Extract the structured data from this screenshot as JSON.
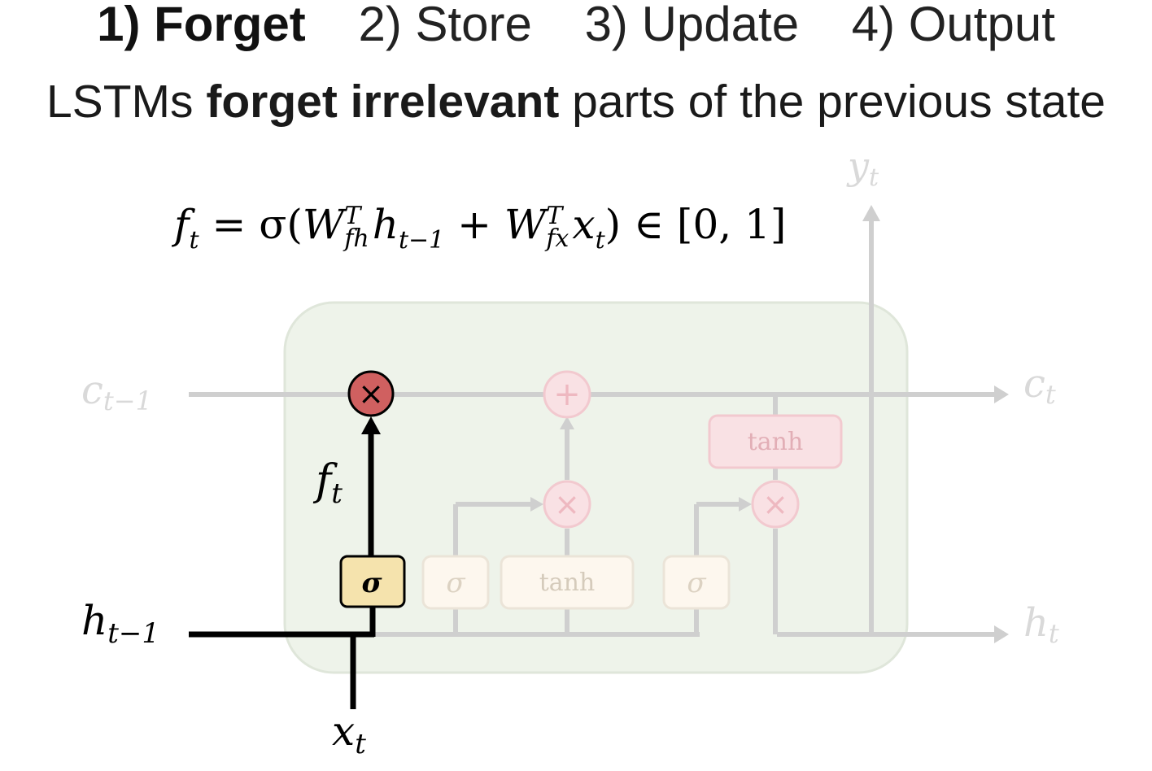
{
  "header": {
    "step1": "1) Forget",
    "step2": "2) Store",
    "step3": "3) Update",
    "step4": "4) Output"
  },
  "subtitle": {
    "prefix": "LSTMs ",
    "emphasis": "forget irrelevant",
    "suffix": " parts of the previous state"
  },
  "formula": {
    "f": "f",
    "t": "t",
    "eq": " = σ(",
    "W": "W",
    "sup_T": "T",
    "fh": "fh",
    "h": "h",
    "tm1": "t−1",
    "plus": " + ",
    "fx": "fx",
    "x": "x",
    "tail": ") ∈ [0, 1]"
  },
  "diagram": {
    "labels": {
      "c_prev": "c",
      "c_prev_sub": "t−1",
      "c_next": "c",
      "c_next_sub": "t",
      "h_prev": "h",
      "h_prev_sub": "t−1",
      "h_next": "h",
      "h_next_sub": "t",
      "x": "x",
      "x_sub": "t",
      "y": "y",
      "y_sub": "t",
      "f": "f",
      "f_sub": "t"
    },
    "gates": {
      "sigma_active": "σ",
      "sigma_2": "σ",
      "tanh_1": "tanh",
      "sigma_3": "σ",
      "tanh_2": "tanh"
    },
    "ops": {
      "multiply": "×",
      "add": "+"
    },
    "colors": {
      "cell_fill": "#eef3ea",
      "faded_line": "#cfcfcf",
      "active_line": "#000000",
      "active_multiply": "#d06060",
      "active_sigma_fill": "#f5e3ad",
      "faded_op_fill": "#f9e1e4",
      "faded_gate_fill": "#fdf7ee"
    }
  }
}
